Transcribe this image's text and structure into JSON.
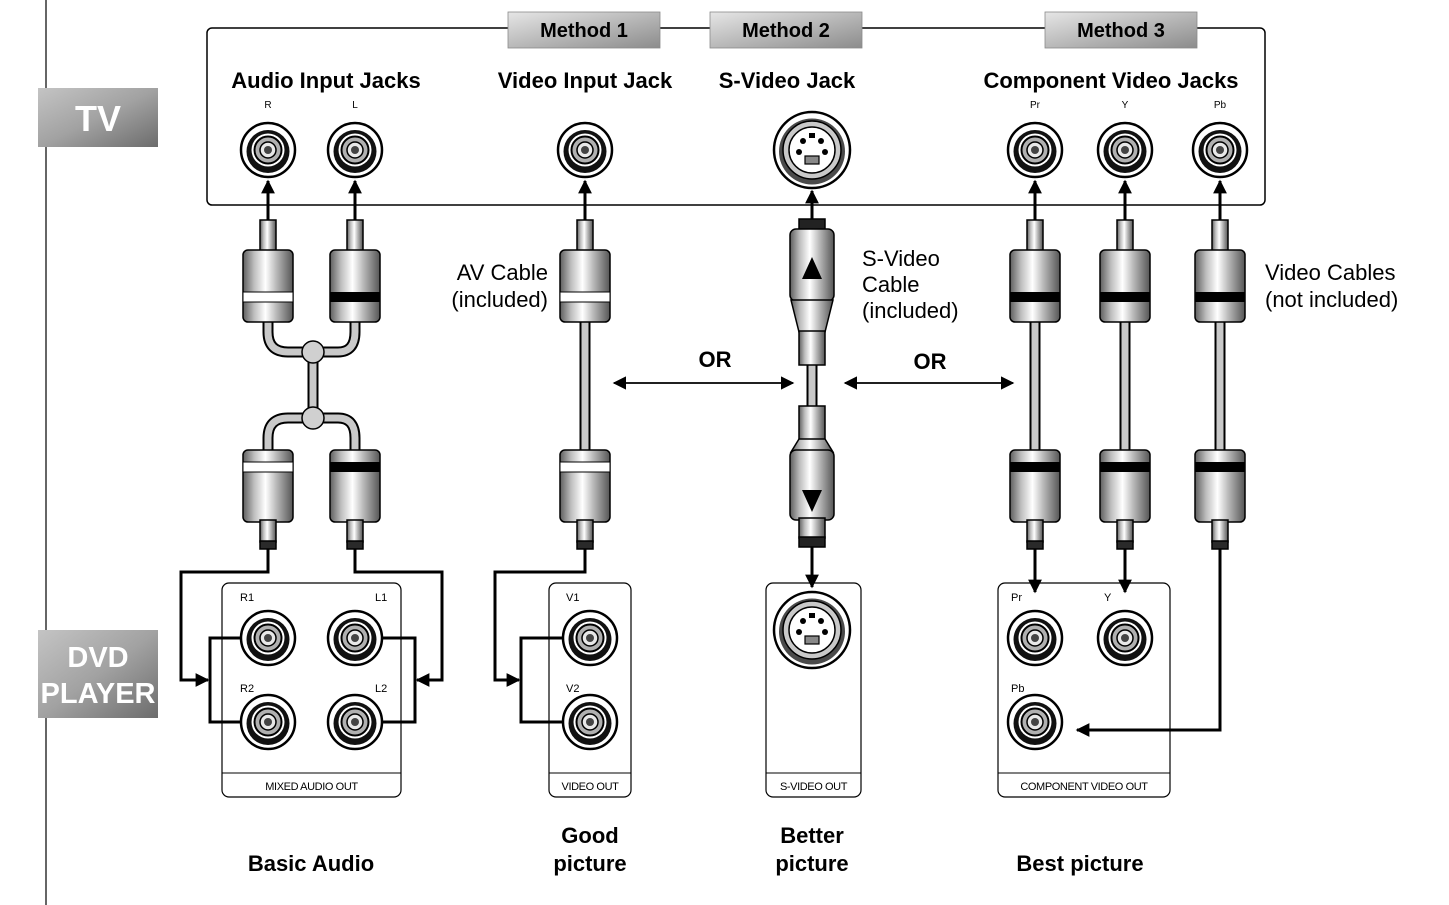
{
  "devices": {
    "tv": "TV",
    "dvd_player": [
      "DVD",
      "PLAYER"
    ]
  },
  "methods": [
    "Method 1",
    "Method 2",
    "Method 3"
  ],
  "tv": {
    "audio": {
      "heading": "Audio Input Jacks",
      "r": "R",
      "l": "L"
    },
    "video": {
      "heading": "Video Input Jack"
    },
    "svideo": {
      "heading": "S-Video Jack"
    },
    "component": {
      "heading": "Component Video Jacks",
      "pr": "Pr",
      "y": "Y",
      "pb": "Pb"
    }
  },
  "cables": {
    "av": [
      "AV Cable",
      "(included)"
    ],
    "svideo": [
      "S-Video",
      "Cable",
      "(included)"
    ],
    "component": [
      "Video Cables",
      "(not included)"
    ]
  },
  "separators": [
    "OR",
    "OR"
  ],
  "dvd": {
    "audio": {
      "label": "MIXED AUDIO OUT",
      "r1": "R1",
      "l1": "L1",
      "r2": "R2",
      "l2": "L2"
    },
    "video": {
      "label": "VIDEO OUT",
      "v1": "V1",
      "v2": "V2"
    },
    "svideo": {
      "label": "S-VIDEO OUT"
    },
    "component": {
      "label": "COMPONENT VIDEO OUT",
      "pr": "Pr",
      "y": "Y",
      "pb": "Pb"
    }
  },
  "quality": {
    "audio": "Basic Audio",
    "method1": [
      "Good",
      "picture"
    ],
    "method2": [
      "Better",
      "picture"
    ],
    "method3": "Best picture"
  },
  "colors": {
    "tab_gray": "#b4b4b4",
    "cable_gray": "#c9c9c9",
    "line": "#000000"
  }
}
